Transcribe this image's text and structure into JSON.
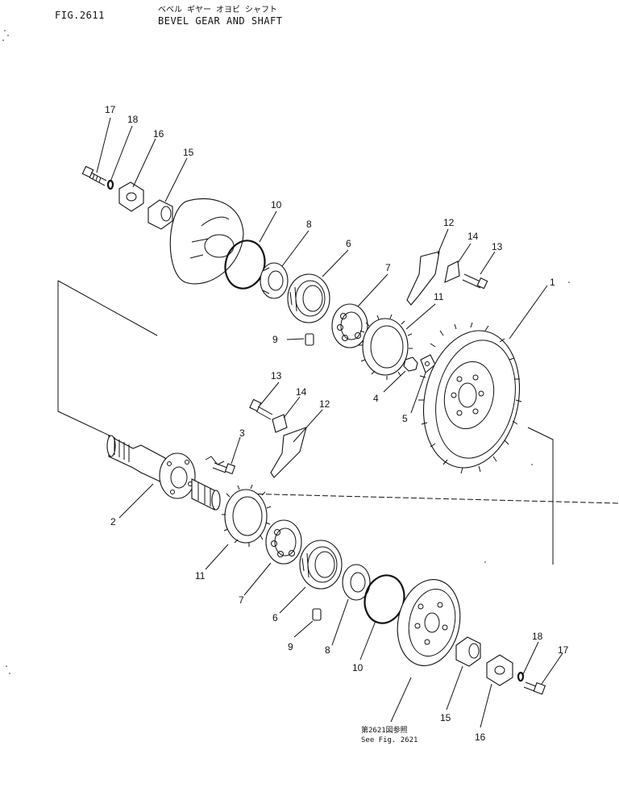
{
  "header": {
    "figure_number": "FIG.2611",
    "title_jp": "ベベル ギヤー オヨビ シャフト",
    "title_en": "BEVEL GEAR AND SHAFT"
  },
  "callouts": {
    "c1": "1",
    "c2": "2",
    "c3": "3",
    "c4": "4",
    "c5": "5",
    "c6a": "6",
    "c6b": "6",
    "c7a": "7",
    "c7b": "7",
    "c8a": "8",
    "c8b": "8",
    "c9a": "9",
    "c9b": "9",
    "c10a": "10",
    "c10b": "10",
    "c11a": "11",
    "c11b": "11",
    "c12a": "12",
    "c12b": "12",
    "c13a": "13",
    "c13b": "13",
    "c14a": "14",
    "c14b": "14",
    "c15a": "15",
    "c15b": "15",
    "c16a": "16",
    "c16b": "16",
    "c17a": "17",
    "c17b": "17",
    "c18a": "18",
    "c18b": "18"
  },
  "note": {
    "line1": "第2621図参照",
    "line2": "See Fig. 2621"
  }
}
